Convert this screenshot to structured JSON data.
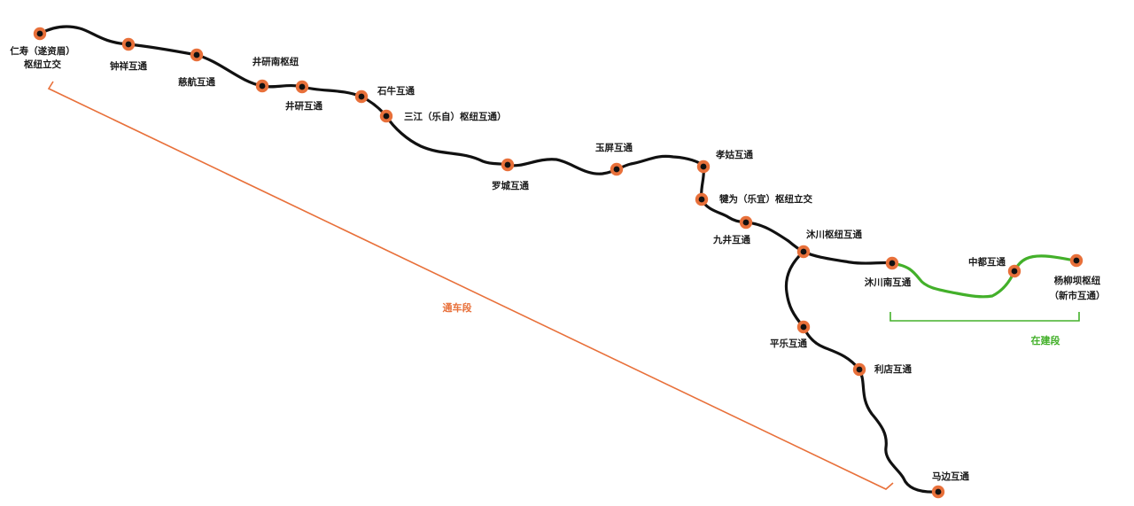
{
  "colors": {
    "open_line": "#111111",
    "construction_line": "#43b02a",
    "station_ring": "#e8703a",
    "open_segment_label": "#e8703a",
    "construction_segment_label": "#43b02a"
  },
  "segments": {
    "open_label": "通车段",
    "construction_label": "在建段"
  },
  "stations": [
    {
      "id": "renshou",
      "lines": [
        "仁寿（遂资眉）",
        "枢纽立交"
      ]
    },
    {
      "id": "zhongxiang",
      "lines": [
        "钟祥互通"
      ]
    },
    {
      "id": "cihang",
      "lines": [
        "慈航互通"
      ]
    },
    {
      "id": "jingyannan",
      "lines": [
        "井研南枢纽"
      ]
    },
    {
      "id": "jingyan",
      "lines": [
        "井研互通"
      ]
    },
    {
      "id": "shiniu",
      "lines": [
        "石牛互通"
      ]
    },
    {
      "id": "sanjiang",
      "lines": [
        "三江（乐自）枢纽互通）"
      ]
    },
    {
      "id": "luocheng",
      "lines": [
        "罗城互通"
      ]
    },
    {
      "id": "yuping",
      "lines": [
        "玉屏互通"
      ]
    },
    {
      "id": "xiaogu",
      "lines": [
        "孝姑互通"
      ]
    },
    {
      "id": "qianwei",
      "lines": [
        "犍为（乐宜）枢纽立交"
      ]
    },
    {
      "id": "jiujing",
      "lines": [
        "九井互通"
      ]
    },
    {
      "id": "muchuan",
      "lines": [
        "沐川枢纽互通"
      ]
    },
    {
      "id": "muchuannan",
      "lines": [
        "沐川南互通"
      ]
    },
    {
      "id": "zhongdu",
      "lines": [
        "中都互通"
      ]
    },
    {
      "id": "yangliuba",
      "lines": [
        "杨柳坝枢纽",
        "（新市互通）"
      ]
    },
    {
      "id": "pingle",
      "lines": [
        "平乐互通"
      ]
    },
    {
      "id": "lidian",
      "lines": [
        "利店互通"
      ]
    },
    {
      "id": "mabian",
      "lines": [
        "马边互通"
      ]
    }
  ]
}
